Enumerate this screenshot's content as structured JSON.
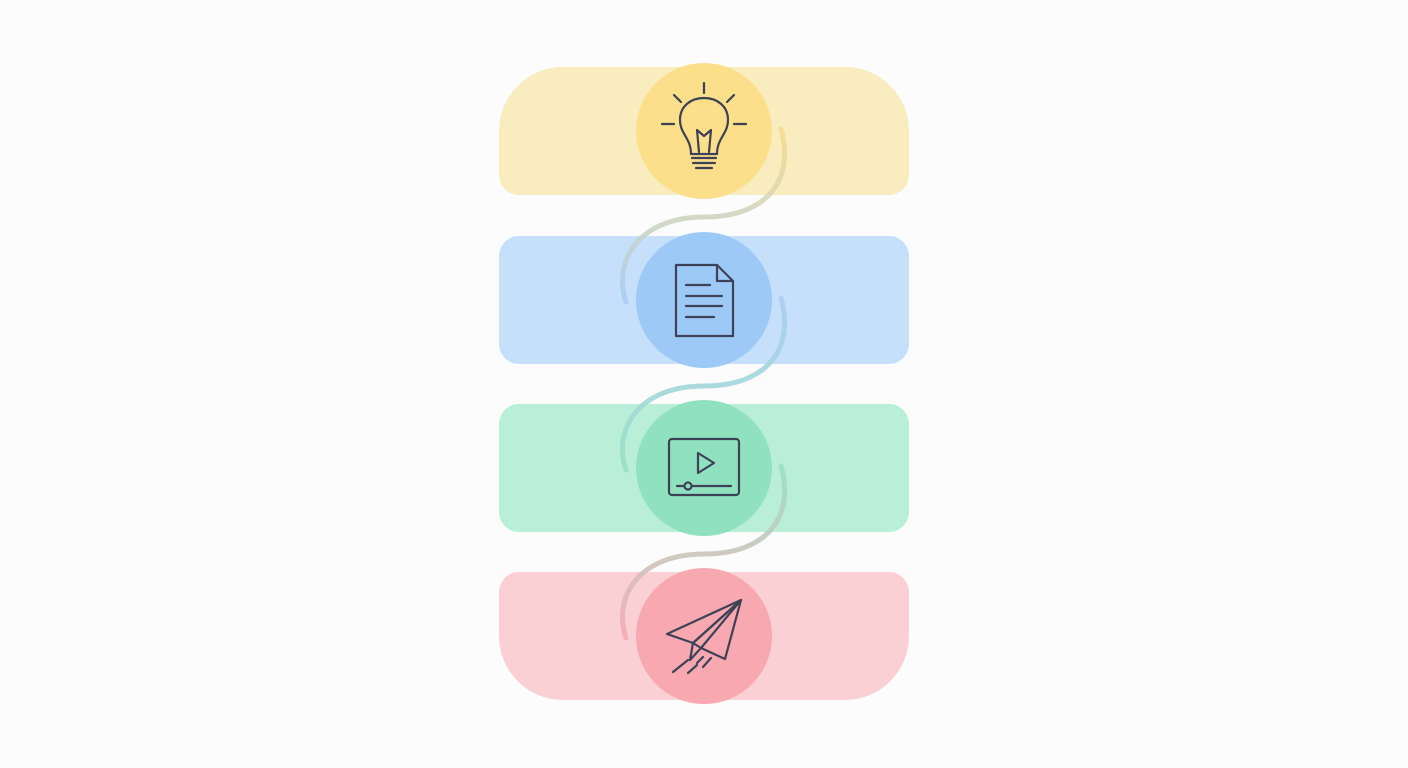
{
  "steps": [
    {
      "id": "idea",
      "icon": "lightbulb-icon",
      "band_color": "#f9edbf",
      "circle_color": "#fbdf8a",
      "band_shape": "top-rounded"
    },
    {
      "id": "document",
      "icon": "document-icon",
      "band_color": "#c6e0fb",
      "circle_color": "#9dc9f6",
      "band_shape": "rounded"
    },
    {
      "id": "video",
      "icon": "video-player-icon",
      "band_color": "#b9eed9",
      "circle_color": "#90e1c0",
      "band_shape": "rounded"
    },
    {
      "id": "send",
      "icon": "paper-plane-icon",
      "band_color": "#fbd0d4",
      "circle_color": "#f8a8b1",
      "band_shape": "bottom-rounded"
    }
  ],
  "connector_colors": [
    [
      "#f6dc8c",
      "#a9cdf2"
    ],
    [
      "#a9cdf2",
      "#9be0c4"
    ],
    [
      "#9be0c4",
      "#f6aab4"
    ]
  ],
  "icon_stroke_color": "#3d4256"
}
